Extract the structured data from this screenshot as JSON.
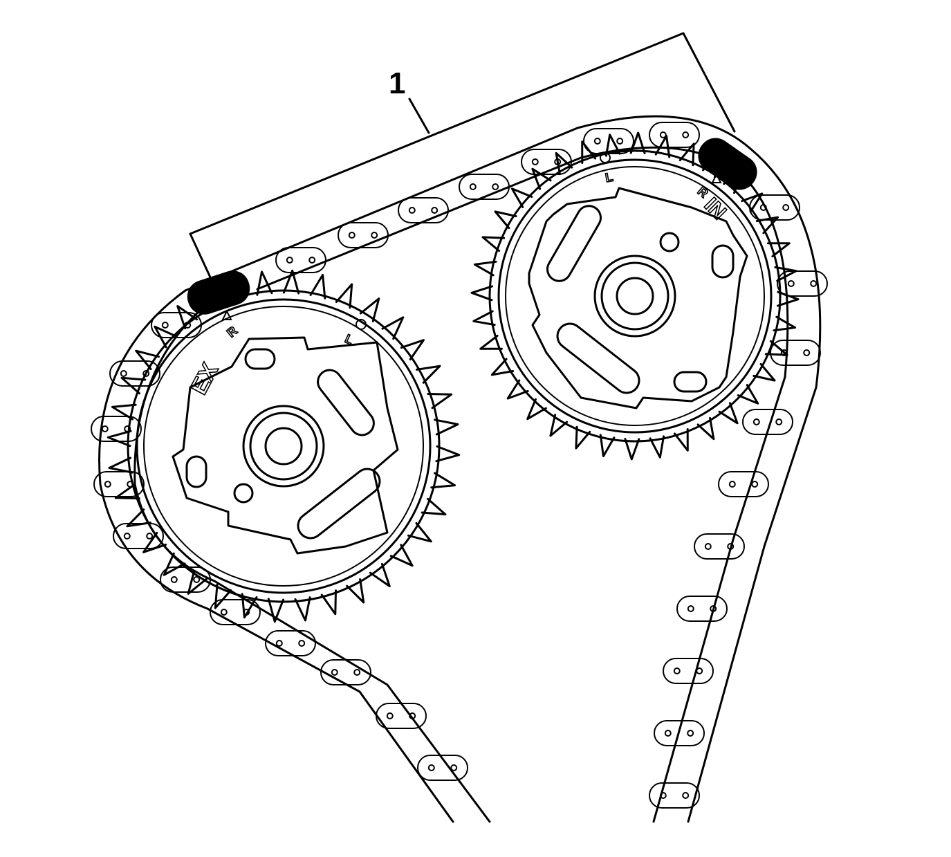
{
  "callout": {
    "label": "1"
  },
  "sprockets": {
    "exhaust": {
      "id_text": "EX",
      "mark_r": "R",
      "mark_l": "L"
    },
    "intake": {
      "id_text": "IN",
      "mark_r": "R",
      "mark_l": "L"
    }
  },
  "colors": {
    "line": "#000000",
    "background": "#ffffff",
    "marked_link": "#000000"
  },
  "icons": [
    "timing-mark-triangle-icon",
    "timing-mark-circle-icon"
  ]
}
